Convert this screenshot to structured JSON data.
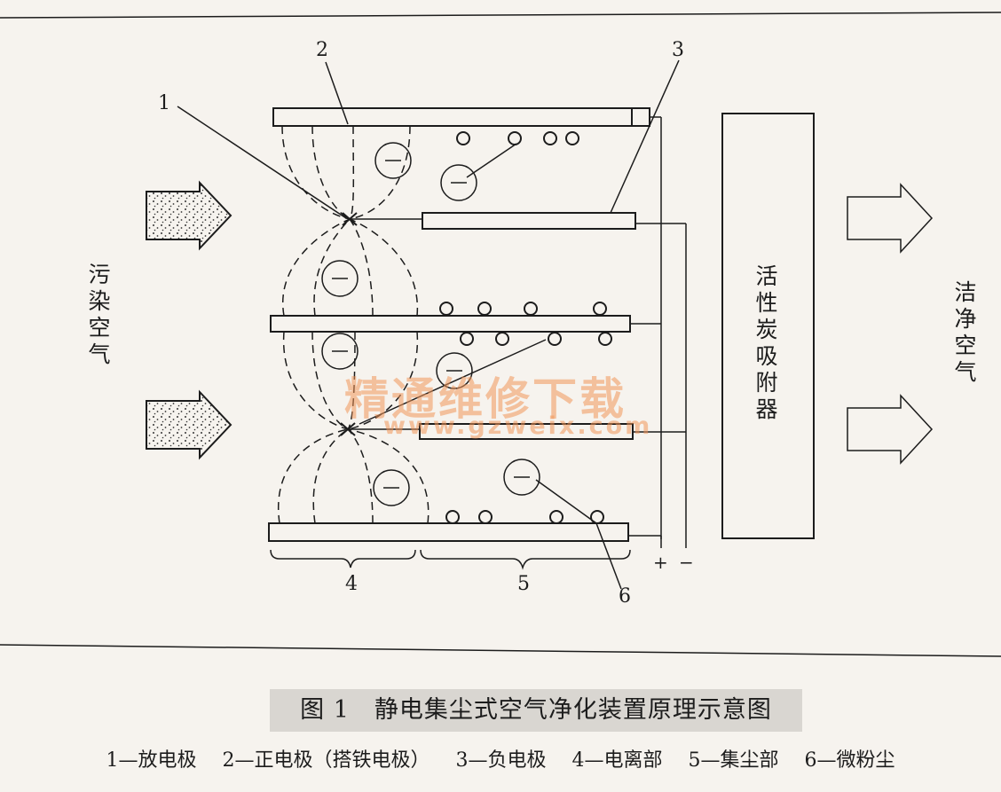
{
  "labels": {
    "polluted_air": "污染空气",
    "clean_air": "洁净空气",
    "activated_carbon": "活性炭吸附器",
    "plus": "+",
    "minus": "−",
    "ion": "−"
  },
  "callouts": [
    "1",
    "2",
    "3",
    "4",
    "5",
    "6"
  ],
  "watermark": {
    "title": "精通维修下载",
    "url": "www.gzweix.com"
  },
  "caption": "图 1　静电集尘式空气净化装置原理示意图",
  "legend": [
    "1—放电极",
    "2—正电极（搭铁电极）",
    "3—负电极",
    "4—电离部",
    "5—集尘部",
    "6—微粉尘"
  ],
  "colors": {
    "background": "#f6f3ee",
    "ink": "#1c1c1c",
    "caption_bg": "#d9d6d1",
    "watermark": "#f0965a"
  }
}
